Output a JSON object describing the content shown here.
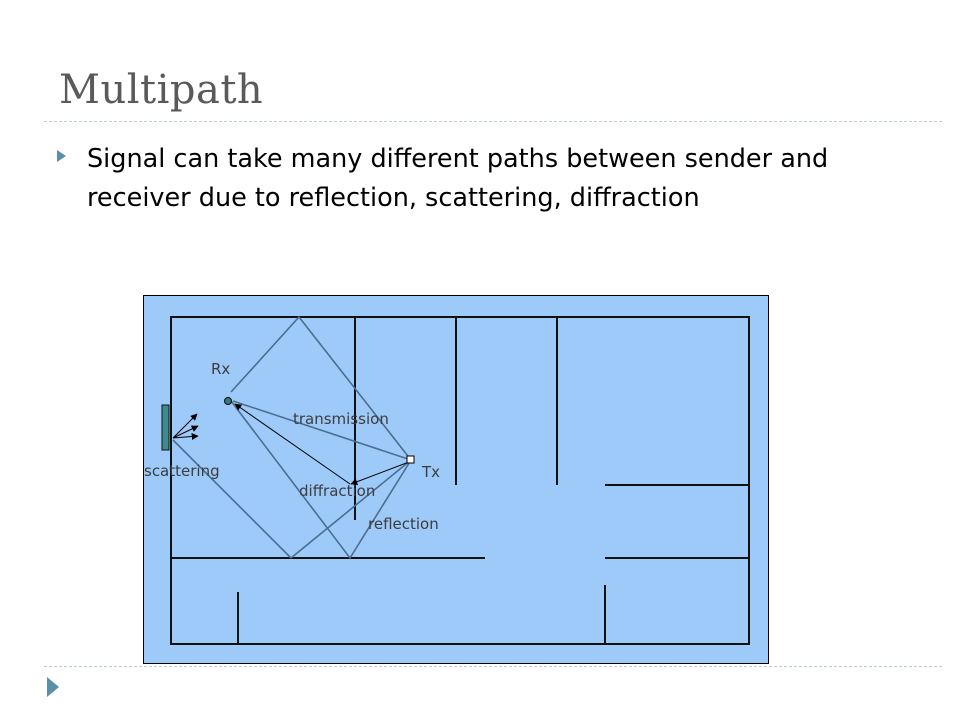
{
  "slide": {
    "title": "Multipath",
    "bullets": [
      "Signal can take many different paths between sender and receiver due to reflection, scattering, diffraction"
    ]
  },
  "diagram": {
    "background_color": "#9dcaf9",
    "labels": {
      "rx": "Rx",
      "tx": "Tx",
      "transmission": "transmission",
      "diffraction": "diffraction",
      "reflection": "reflection",
      "scattering": "scattering"
    }
  },
  "icons": {
    "bullet": "triangle-right-icon",
    "footer": "triangle-right-icon"
  }
}
